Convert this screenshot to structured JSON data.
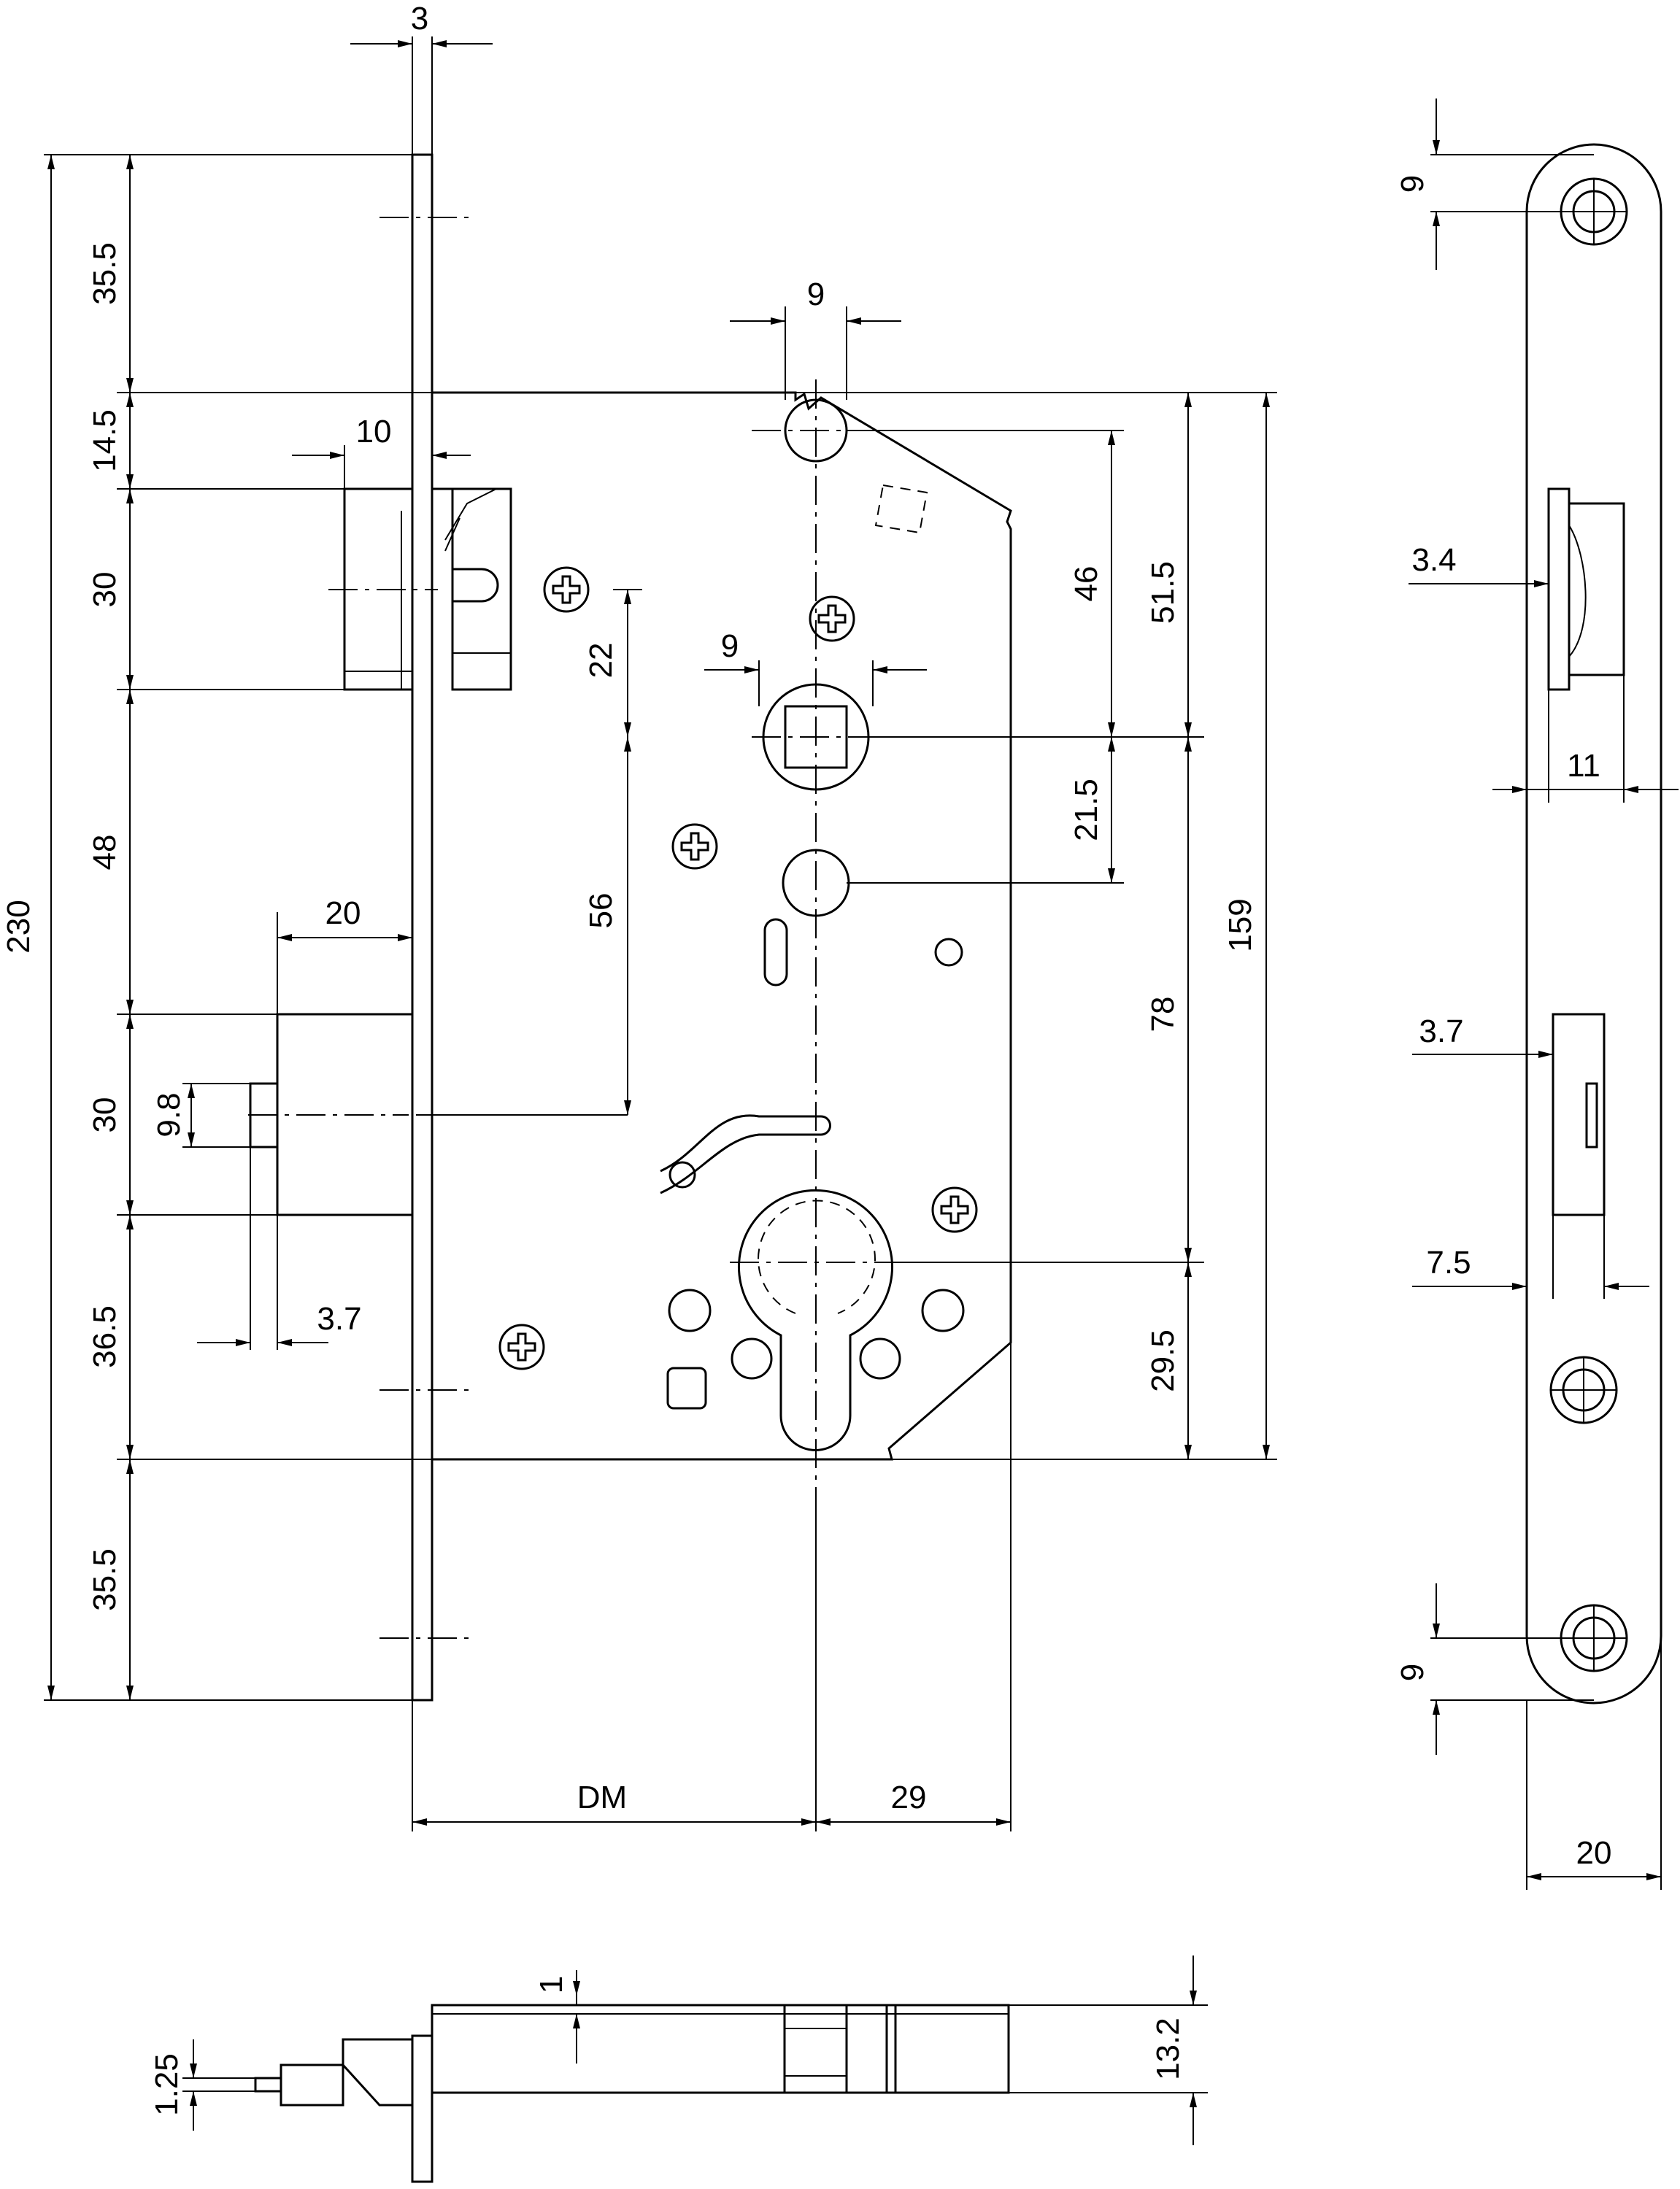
{
  "dimensions": {
    "faceplate_thickness": "3",
    "top_to_case": "35.5",
    "latch_offset": "14.5",
    "latch_height": "30",
    "latch_to_bolt": "48",
    "bolt_height": "30",
    "bolt_to_case_bottom": "36.5",
    "bottom_to_case": "35.5",
    "overall_height": "230",
    "latch_projection": "10",
    "spindle_slot_width": "9",
    "latch_to_spindle": "22",
    "spindle_square": "9",
    "spindle_to_cylinder": "56",
    "bolt_projection": "20",
    "bolt_pin_height": "9.8",
    "bolt_pin_width": "3.7",
    "top_hole_to_spindle": "46",
    "case_top_to_spindle": "51.5",
    "spindle_to_hole": "21.5",
    "spindle_to_cylinder_right": "78",
    "case_height": "159",
    "cylinder_to_case_bottom": "29.5",
    "backset": "DM",
    "cylinder_to_case_back": "29",
    "side_top_hole": "9",
    "side_latch_projection": "3.4",
    "side_latch_width": "11",
    "side_bolt_projection": "3.7",
    "side_bolt_offset": "7.5",
    "side_bottom_hole": "9",
    "side_faceplate_width": "20",
    "bottom_offset": "1",
    "bottom_pin": "1.25",
    "bottom_case_thickness": "13.2"
  }
}
